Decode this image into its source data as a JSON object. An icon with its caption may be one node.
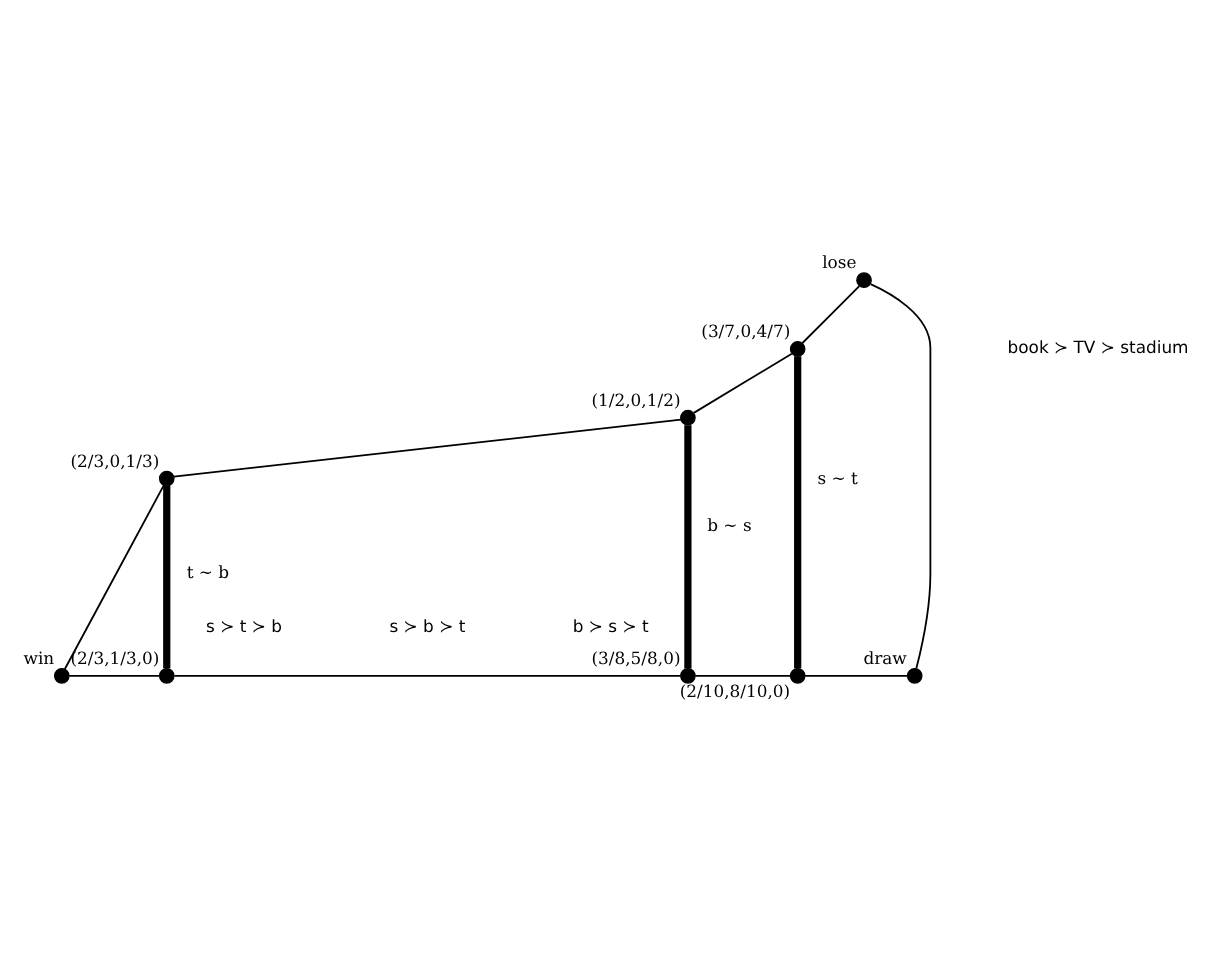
{
  "diagram": {
    "nodes": [
      {
        "text": [],
        "shape": "circle",
        "beside": [
          "lose"
        ]
      },
      {
        "text": [],
        "shape": "circle",
        "beside": [
          "(3/7,0,4/7)"
        ]
      },
      {
        "text": [],
        "shape": "circle",
        "beside": [
          "(1/2,0,1/2)"
        ]
      },
      {
        "text": [],
        "shape": "circle",
        "beside": [
          "(2/3,0,1/3)"
        ]
      },
      {
        "text": [],
        "shape": "circle",
        "beside": [
          "win"
        ]
      },
      {
        "text": [],
        "shape": "circle",
        "beside": [
          "(2/3,1/3,0)"
        ]
      },
      {
        "text": [],
        "shape": "circle",
        "beside": [
          "(3/8,5/8,0)"
        ]
      },
      {
        "text": [],
        "shape": "circle",
        "beside": [
          "(2/10,8/10,0)"
        ]
      },
      {
        "text": [],
        "shape": "circle",
        "beside": [
          "draw"
        ]
      }
    ],
    "edges": [
      {
        "from": 0,
        "to": 1,
        "arrow": "none"
      },
      {
        "from": 1,
        "to": 2,
        "arrow": "none"
      },
      {
        "from": 2,
        "to": 3,
        "arrow": "none"
      },
      {
        "from": 3,
        "to": 4,
        "arrow": "none"
      },
      {
        "from": 4,
        "to": 5,
        "arrow": "none"
      },
      {
        "from": 5,
        "to": 6,
        "arrow": "none"
      },
      {
        "from": 6,
        "to": 7,
        "arrow": "none"
      },
      {
        "from": 7,
        "to": 8,
        "arrow": "none"
      },
      {
        "from": 0,
        "to": 8,
        "arrow": "none"
      },
      {
        "from": 3,
        "to": 5,
        "arrow": "none",
        "style": "thick",
        "label": "t ∼ b"
      },
      {
        "from": 2,
        "to": 6,
        "arrow": "none",
        "style": "thick",
        "label": "b ∼ s"
      },
      {
        "from": 1,
        "to": 7,
        "arrow": "none",
        "style": "thick",
        "label": "s ∼ t"
      }
    ],
    "labels": [
      "book ≻ TV ≻ stadium",
      "s ≻ t ≻ b",
      "s ≻ b ≻ t",
      "b ≻ s ≻ t"
    ]
  }
}
